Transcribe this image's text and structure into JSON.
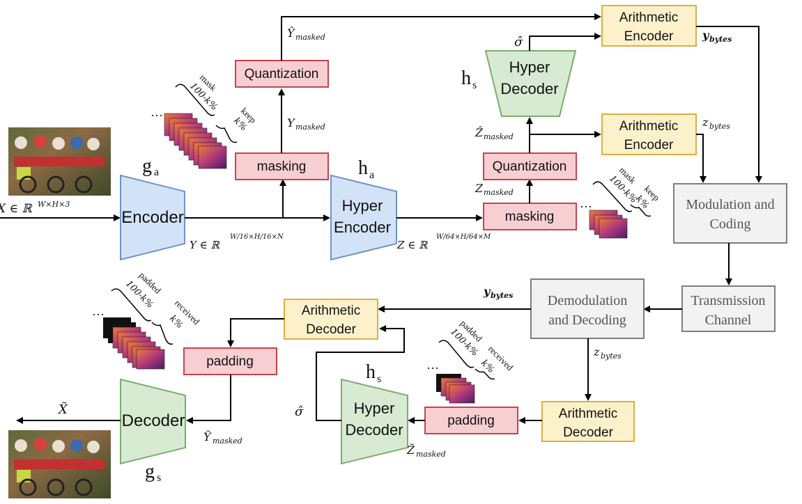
{
  "colors": {
    "red_fill": "#f7cfd2",
    "red_stroke": "#c7434c",
    "yellow_fill": "#fdf1cc",
    "yellow_stroke": "#d7b13e",
    "blue_fill": "#d3e3f7",
    "blue_stroke": "#6f93c7",
    "green_fill": "#d7ead2",
    "green_stroke": "#7bad6c",
    "gray_fill": "#f2f2f2",
    "gray_stroke": "#7d7d7d",
    "feature_map": "#b0397a",
    "black_map": "#111111"
  },
  "blocks": {
    "encoder": "Encoder",
    "hyper_encoder_1": "Hyper",
    "hyper_encoder_2": "Encoder",
    "hyper_decoder_top_1": "Hyper",
    "hyper_decoder_top_2": "Decoder",
    "decoder": "Decoder",
    "hyper_decoder_bottom_1": "Hyper",
    "hyper_decoder_bottom_2": "Decoder",
    "quantization_y": "Quantization",
    "masking_y": "masking",
    "quantization_z": "Quantization",
    "masking_z": "masking",
    "arith_enc_y_1": "Arithmetic",
    "arith_enc_y_2": "Encoder",
    "arith_enc_z_1": "Arithmetic",
    "arith_enc_z_2": "Encoder",
    "modulation_1": "Modulation and",
    "modulation_2": "Coding",
    "transmission_1": "Transmission",
    "transmission_2": "Channel",
    "demod_1": "Demodulation",
    "demod_2": "and Decoding",
    "arith_dec_y_1": "Arithmetic",
    "arith_dec_y_2": "Decoder",
    "arith_dec_z_1": "Arithmetic",
    "arith_dec_z_2": "Decoder",
    "padding_y": "padding",
    "padding_z": "padding"
  },
  "function_labels": {
    "ga": "g",
    "ga_sub": "a",
    "ha": "h",
    "ha_sub": "a",
    "hs_top": "h",
    "hs_top_sub": "s",
    "hs_bottom": "h",
    "hs_bottom_sub": "s",
    "gs": "g",
    "gs_sub": "s"
  },
  "signals": {
    "x_input": "X ∈ ℝ",
    "x_input_sup": "W×H×3",
    "y_latent": "Y ∈ ℝ",
    "y_latent_sup": "W/16×H/16×N",
    "z_latent": "Z ∈ ℝ",
    "z_latent_sup": "W/64×H/64×M",
    "y_masked": "Y",
    "y_masked_sub": "masked",
    "y_hat_masked": "Ŷ",
    "y_hat_masked_sub": "masked",
    "z_masked": "Z",
    "z_masked_sub": "masked",
    "z_hat_masked": "Ẑ",
    "z_hat_masked_sub": "masked",
    "sigma_hat_top": "σ̂",
    "sigma_hat_bottom": "σ̂",
    "y_bytes_top": "y",
    "y_bytes_top_sub": "bytes",
    "z_bytes_top": "z",
    "z_bytes_top_sub": "bytes",
    "y_bytes_bottom": "y",
    "y_bytes_bottom_sub": "bytes",
    "z_bytes_bottom": "z",
    "z_bytes_bottom_sub": "bytes",
    "x_tilde": "X̃",
    "y_tilde_masked": "Ỹ",
    "y_tilde_masked_sub": "masked",
    "z_tilde_masked": "Z̃",
    "z_tilde_masked_sub": "masked"
  },
  "brace_labels": {
    "mask_y_1": "mask",
    "mask_y_2": "100-k%",
    "keep_y_1": "keep",
    "keep_y_2": "k%",
    "mask_z_1": "mask",
    "mask_z_2": "100-k%",
    "keep_z_1": "keep",
    "keep_z_2": "k%",
    "padded_y_1": "padded",
    "padded_y_2": "100-k%",
    "received_y_1": "received",
    "received_y_2": "k%",
    "padded_z_1": "padded",
    "padded_z_2": "100-k%",
    "received_z_1": "received",
    "received_z_2": "k%"
  },
  "ellipsis": "…"
}
